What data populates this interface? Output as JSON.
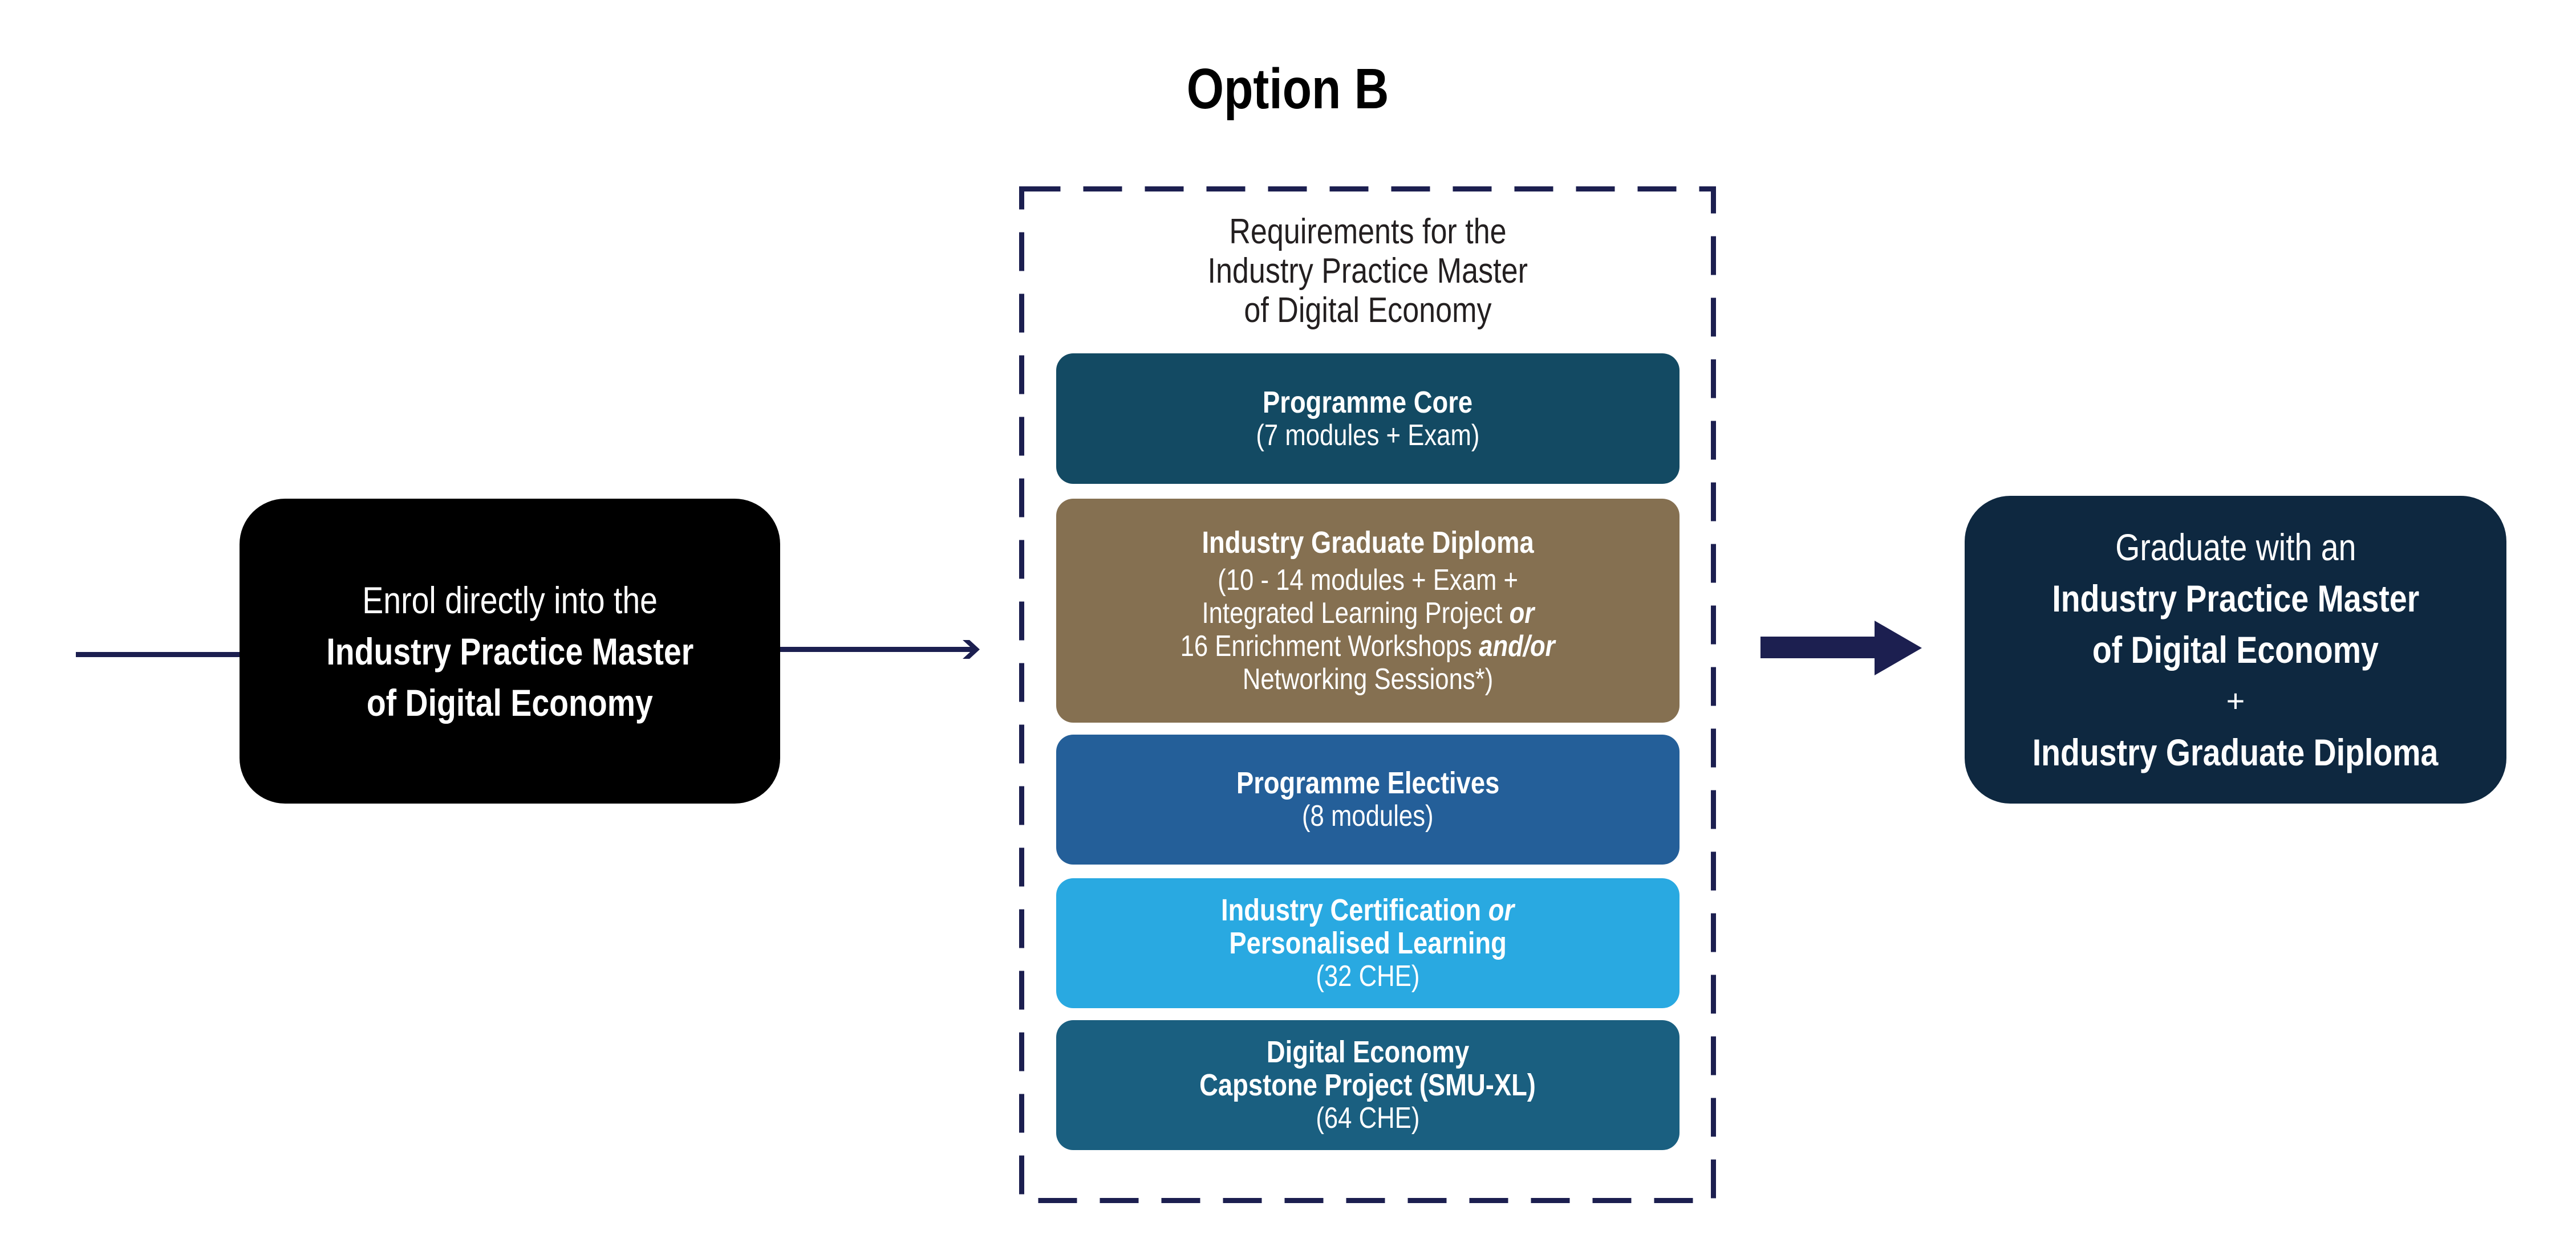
{
  "title": "Option B",
  "colors": {
    "navy_line": "#1c1f50",
    "enrol_box": "#000000",
    "graduate_box": "#0e2840",
    "programme_core": "#134a63",
    "industry_graduate_diploma": "#857051",
    "programme_electives": "#245f99",
    "industry_certification": "#29a9e1",
    "capstone": "#1a5f80"
  },
  "enrol": {
    "line1": "Enrol directly into the",
    "line2": "Industry Practice Master",
    "line3": "of Digital Economy"
  },
  "requirements": {
    "heading": [
      "Requirements for the",
      "Industry Practice Master",
      "of Digital Economy"
    ],
    "core": {
      "title": "Programme Core",
      "detail": "(7 modules + Exam)"
    },
    "diploma": {
      "title": "Industry Graduate Diploma",
      "line1": "(10 - 14 modules + Exam +",
      "line2": "Integrated Learning Project ",
      "line2_italic": "or",
      "line3": "16 Enrichment Workshops ",
      "line3_italic": "and/or",
      "line4": "Networking Sessions*)"
    },
    "electives": {
      "title": "Programme Electives",
      "detail": "(8 modules)"
    },
    "certification": {
      "title_a": "Industry Certification ",
      "title_italic": "or",
      "title_b": "Personalised Learning",
      "detail": "(32 CHE)"
    },
    "capstone": {
      "title_a": "Digital Economy",
      "title_b": "Capstone Project (SMU-XL)",
      "detail": "(64 CHE)"
    }
  },
  "graduate": {
    "line1": "Graduate with an",
    "line2": "Industry Practice Master",
    "line3": "of Digital Economy",
    "plus": "+",
    "line4": "Industry Graduate Diploma"
  }
}
